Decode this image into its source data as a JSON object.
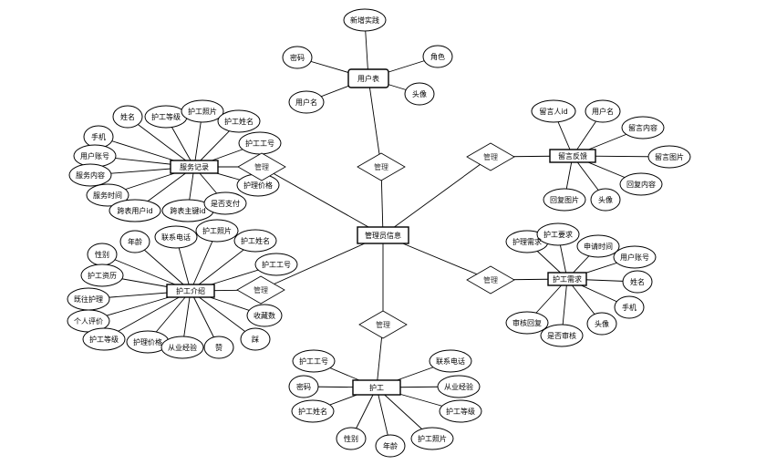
{
  "center": "管理员信息",
  "entities": [
    {
      "name": "用户表",
      "relationship": "管理",
      "attributes": [
        "新增实践",
        "密码",
        "用户名",
        "角色",
        "头像"
      ]
    },
    {
      "name": "服务记录",
      "relationship": "管理",
      "attributes": [
        "姓名",
        "护工等级",
        "护工照片",
        "护工姓名",
        "护工工号",
        "手机",
        "用户账号",
        "服务内容",
        "服务时间",
        "跨表用户id",
        "跨表主键id",
        "是否支付",
        "护理价格"
      ]
    },
    {
      "name": "护工介绍",
      "relationship": "管理",
      "attributes": [
        "年龄",
        "联系电话",
        "护工照片",
        "护工姓名",
        "护工工号",
        "性别",
        "护工资历",
        "既往护理",
        "个人评价",
        "护工等级",
        "护理价格",
        "从业经验",
        "赞",
        "踩",
        "收藏数"
      ]
    },
    {
      "name": "留言反馈",
      "relationship": "管理",
      "attributes": [
        "留言人id",
        "用户名",
        "留言内容",
        "留言图片",
        "回复内容",
        "回复图片",
        "头像"
      ]
    },
    {
      "name": "护工需求",
      "relationship": "管理",
      "attributes": [
        "护理需求",
        "护工要求",
        "申请时间",
        "用户账号",
        "姓名",
        "手机",
        "审核回复",
        "是否审核",
        "头像"
      ]
    },
    {
      "name": "护工",
      "relationship": "管理",
      "attributes": [
        "护工工号",
        "密码",
        "护工姓名",
        "性别",
        "年龄",
        "护工照片",
        "联系电话",
        "从业经验",
        "护工等级"
      ]
    }
  ]
}
